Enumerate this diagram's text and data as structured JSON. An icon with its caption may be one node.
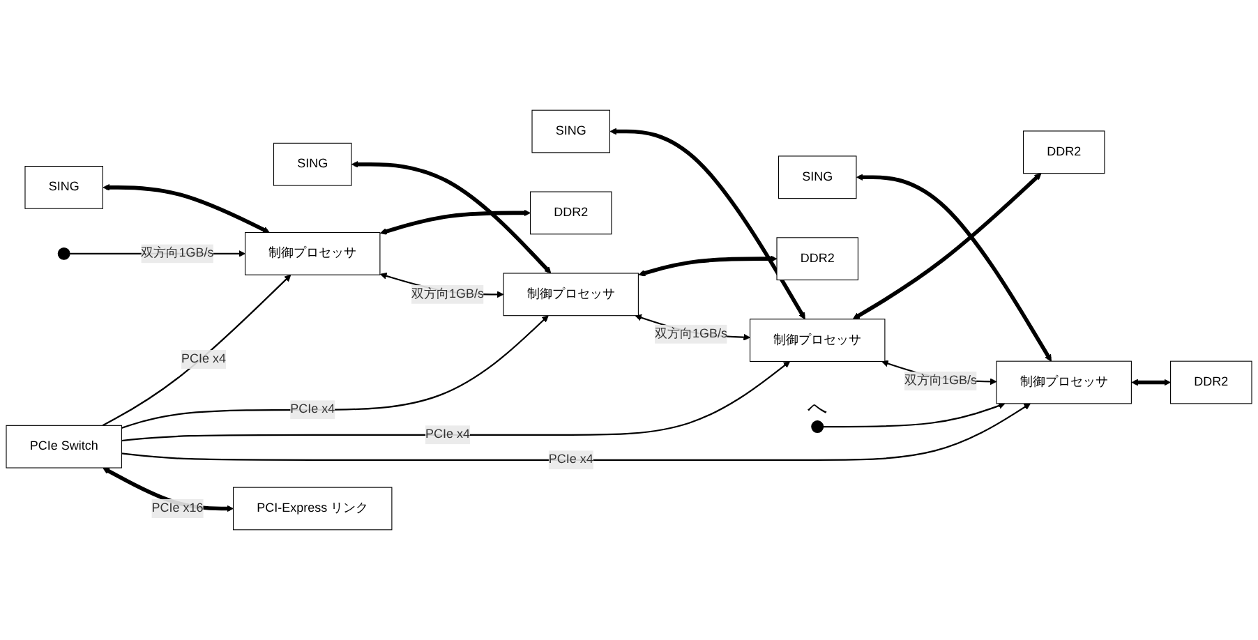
{
  "diagram": {
    "nodes": [
      {
        "text": [
          "SING"
        ]
      },
      {
        "text": [
          "SING"
        ]
      },
      {
        "text": [
          "SING"
        ]
      },
      {
        "text": [
          "SING"
        ]
      },
      {
        "text": [
          "制御プロセッサ"
        ]
      },
      {
        "text": [
          "制御プロセッサ"
        ]
      },
      {
        "text": [
          "制御プロセッサ"
        ]
      },
      {
        "text": [
          "制御プロセッサ"
        ]
      },
      {
        "text": [
          "DDR2"
        ]
      },
      {
        "text": [
          "DDR2"
        ]
      },
      {
        "text": [
          "DDR2"
        ]
      },
      {
        "text": [
          "DDR2"
        ]
      },
      {
        "text": [
          "PCIe Switch"
        ]
      },
      {
        "text": [
          "PCI-Express リンク"
        ]
      },
      {
        "text": [],
        "shape": "circle"
      },
      {
        "text": [],
        "shape": "circle",
        "beside": [
          "へ"
        ]
      }
    ],
    "edges": [
      {
        "from": 0,
        "to": 4,
        "arrow": "both",
        "style": "thick"
      },
      {
        "from": 1,
        "to": 5,
        "arrow": "both",
        "style": "thick"
      },
      {
        "from": 2,
        "to": 6,
        "arrow": "both",
        "style": "thick"
      },
      {
        "from": 3,
        "to": 7,
        "arrow": "both",
        "style": "thick"
      },
      {
        "from": 4,
        "to": 8,
        "arrow": "both",
        "style": "thick"
      },
      {
        "from": 5,
        "to": 9,
        "arrow": "both",
        "style": "thick"
      },
      {
        "from": 6,
        "to": 10,
        "arrow": "both",
        "style": "thick"
      },
      {
        "from": 7,
        "to": 11,
        "arrow": "both",
        "style": "thick"
      },
      {
        "from": 14,
        "to": 4,
        "arrow": "to",
        "label": "双方向1GB/s"
      },
      {
        "from": 4,
        "to": 5,
        "arrow": "both",
        "label": "双方向1GB/s"
      },
      {
        "from": 5,
        "to": 6,
        "arrow": "both",
        "label": "双方向1GB/s"
      },
      {
        "from": 6,
        "to": 7,
        "arrow": "both",
        "label": "双方向1GB/s"
      },
      {
        "from": 15,
        "to": 7,
        "arrow": "to"
      },
      {
        "from": 12,
        "to": 4,
        "arrow": "to",
        "label": "PCIe x4"
      },
      {
        "from": 12,
        "to": 5,
        "arrow": "to",
        "label": "PCIe x4"
      },
      {
        "from": 12,
        "to": 6,
        "arrow": "to",
        "label": "PCIe x4"
      },
      {
        "from": 12,
        "to": 7,
        "arrow": "to",
        "label": "PCIe x4"
      },
      {
        "from": 12,
        "to": 13,
        "arrow": "both",
        "style": "thick",
        "label": "PCIe x16"
      }
    ]
  }
}
